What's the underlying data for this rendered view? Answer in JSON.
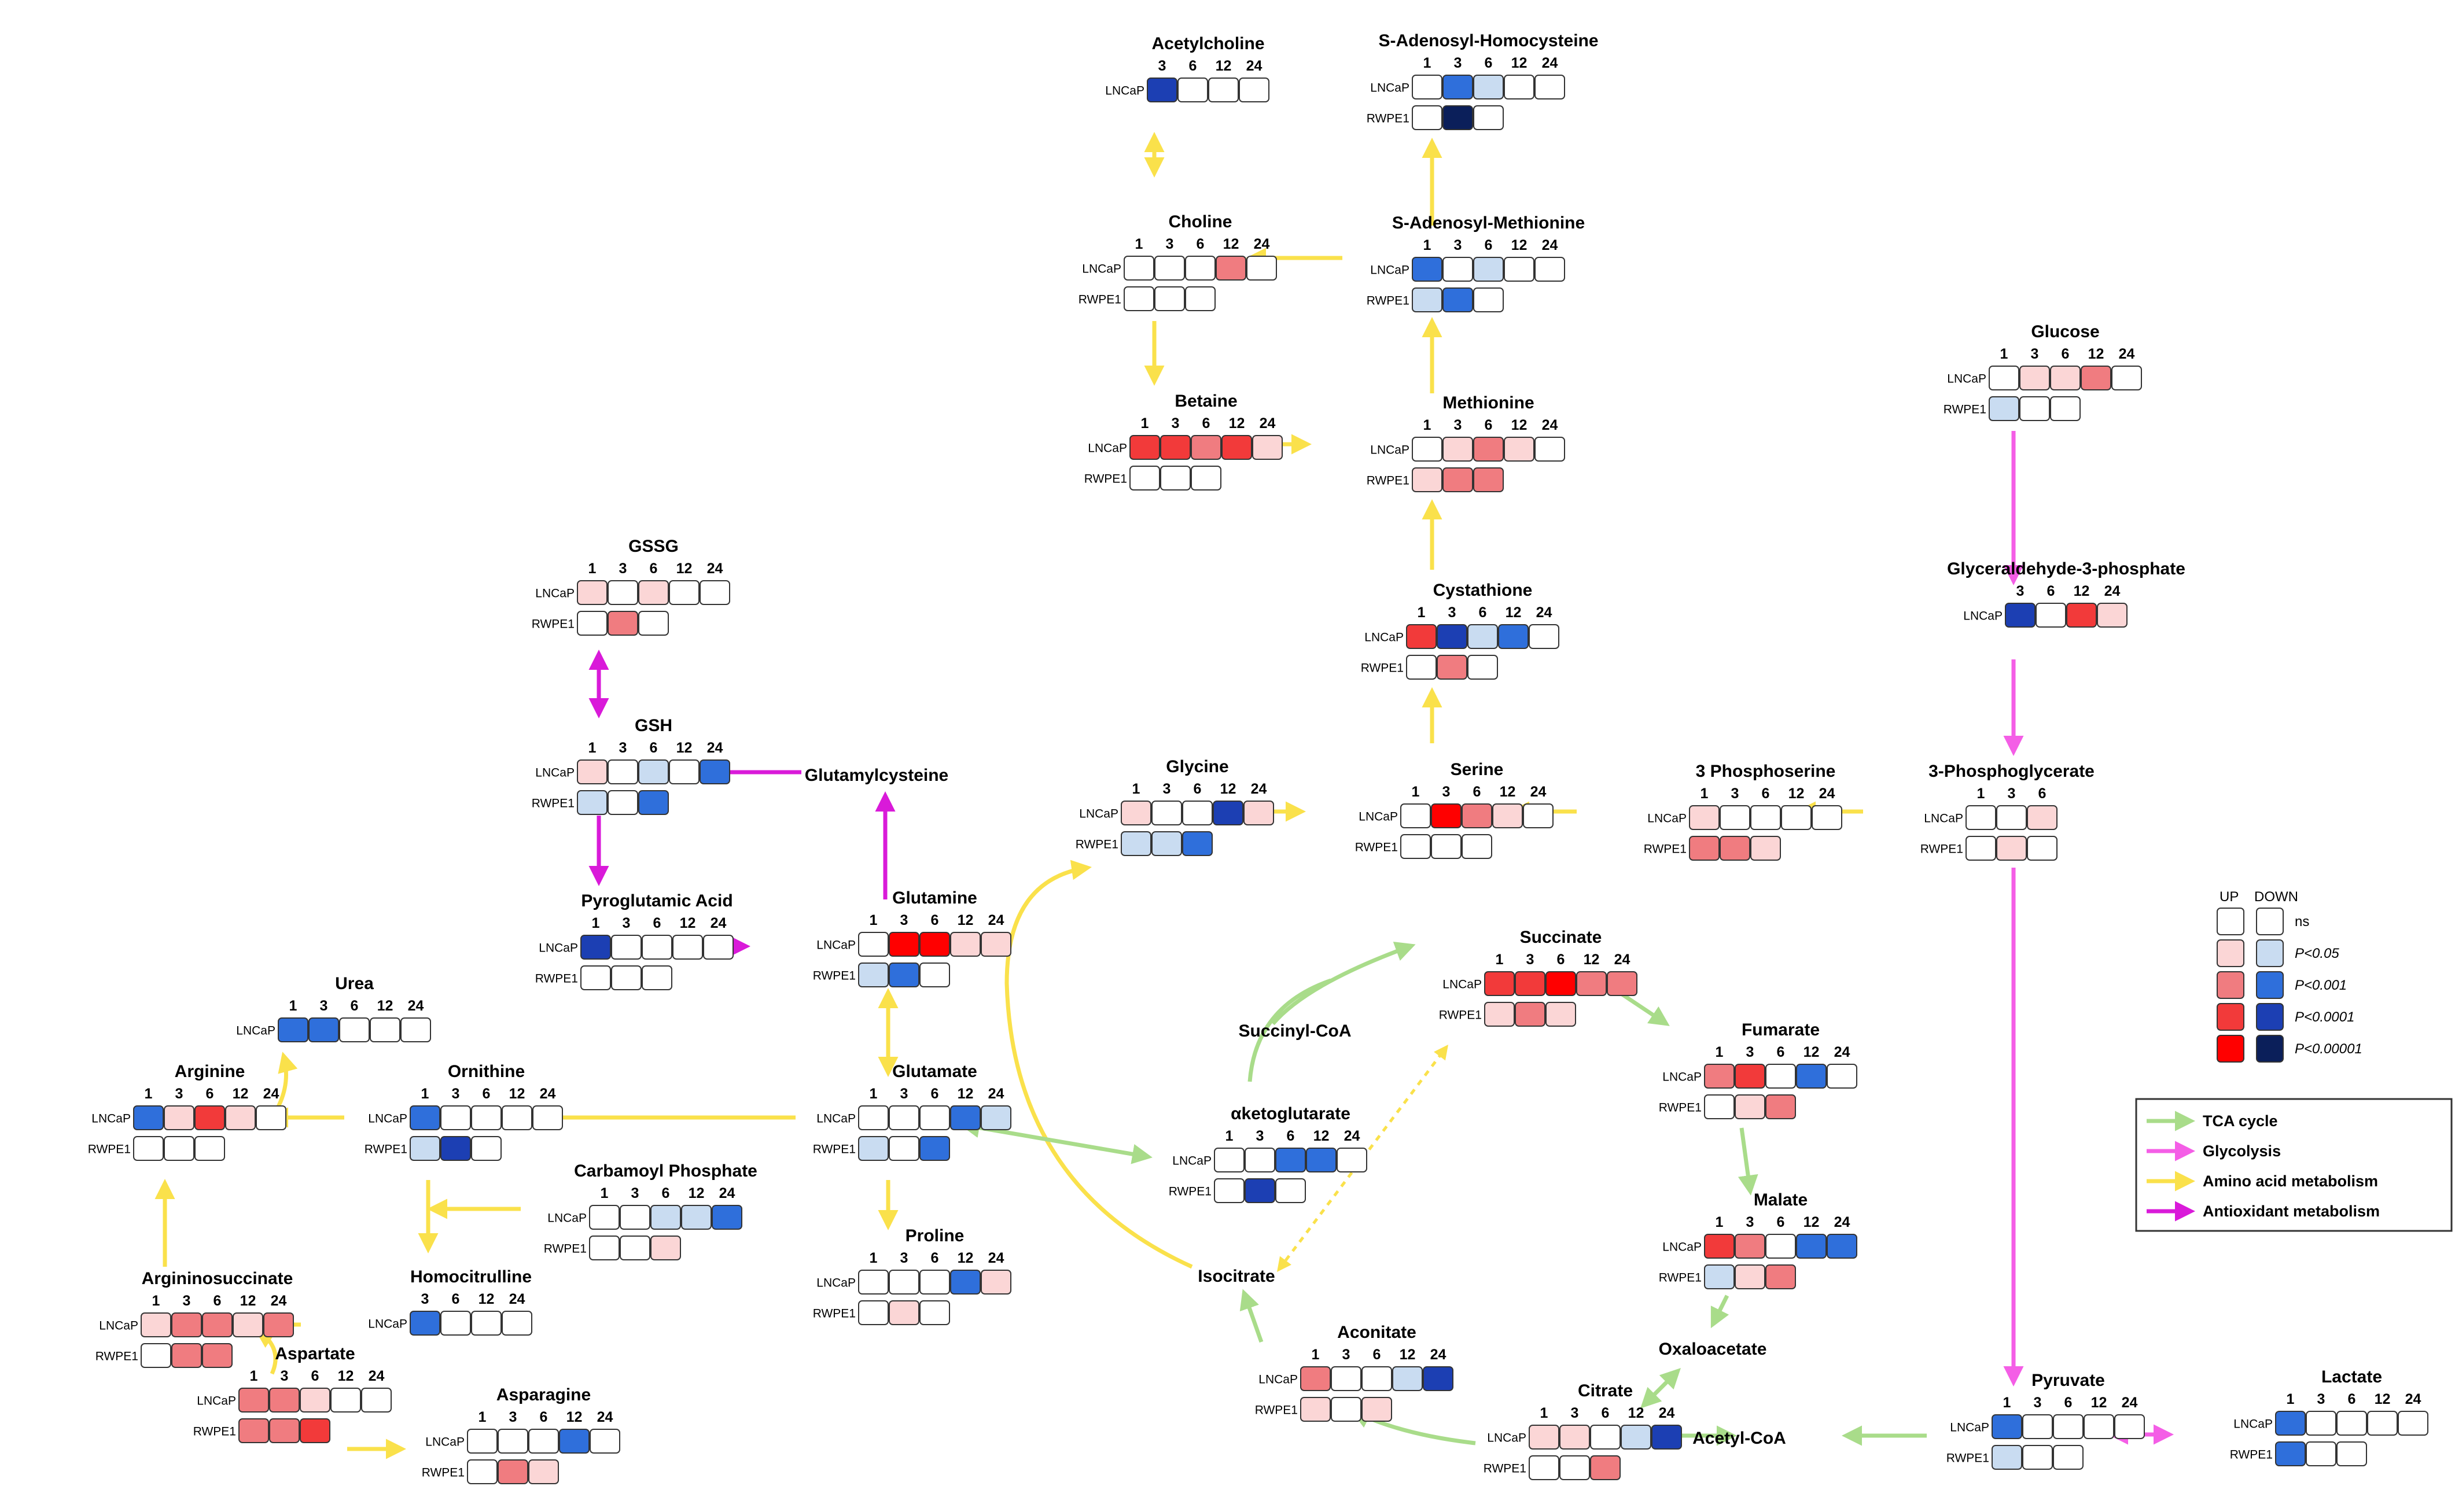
{
  "colors": {
    "ns": "#ffffff",
    "up1": "#fbd6d6",
    "up2": "#f07c80",
    "up3": "#f23a3a",
    "up4": "#ff0000",
    "down1": "#c9dcf1",
    "down2": "#2f6fdb",
    "down3": "#1c3fb3",
    "down4": "#0b1f5a",
    "tca": "#a9dc8a",
    "glyc": "#f45ee6",
    "amino": "#fae14b",
    "antiox": "#d91ad9"
  },
  "legend": {
    "up_label": "UP",
    "down_label": "DOWN",
    "levels": [
      "ns",
      "P<0.05",
      "P<0.001",
      "P<0.0001",
      "P<0.00001"
    ],
    "pathways": [
      {
        "label": "TCA cycle",
        "color": "tca"
      },
      {
        "label": "Glycolysis",
        "color": "glyc"
      },
      {
        "label": "Amino acid metabolism",
        "color": "amino"
      },
      {
        "label": "Antioxidant metabolism",
        "color": "antiox"
      }
    ]
  },
  "metabolites": [
    {
      "id": "acetylcholine",
      "name": "Acetylcholine",
      "times": [
        "3",
        "6",
        "12",
        "24"
      ],
      "rows": [
        {
          "label": "LNCaP",
          "cells": [
            "down3",
            "ns",
            "ns",
            "ns"
          ]
        }
      ]
    },
    {
      "id": "sah",
      "name": "S-Adenosyl-Homocysteine",
      "times": [
        "1",
        "3",
        "6",
        "12",
        "24"
      ],
      "rows": [
        {
          "label": "LNCaP",
          "cells": [
            "ns",
            "down2",
            "down1",
            "ns",
            "ns"
          ]
        },
        {
          "label": "RWPE1",
          "cells": [
            "ns",
            "down4",
            "ns"
          ]
        }
      ]
    },
    {
      "id": "choline",
      "name": "Choline",
      "times": [
        "1",
        "3",
        "6",
        "12",
        "24"
      ],
      "rows": [
        {
          "label": "LNCaP",
          "cells": [
            "ns",
            "ns",
            "ns",
            "up2",
            "ns"
          ]
        },
        {
          "label": "RWPE1",
          "cells": [
            "ns",
            "ns",
            "ns"
          ]
        }
      ]
    },
    {
      "id": "sam",
      "name": "S-Adenosyl-Methionine",
      "times": [
        "1",
        "3",
        "6",
        "12",
        "24"
      ],
      "rows": [
        {
          "label": "LNCaP",
          "cells": [
            "down2",
            "ns",
            "down1",
            "ns",
            "ns"
          ]
        },
        {
          "label": "RWPE1",
          "cells": [
            "down1",
            "down2",
            "ns"
          ]
        }
      ]
    },
    {
      "id": "betaine",
      "name": "Betaine",
      "times": [
        "1",
        "3",
        "6",
        "12",
        "24"
      ],
      "rows": [
        {
          "label": "LNCaP",
          "cells": [
            "up3",
            "up3",
            "up2",
            "up3",
            "up1"
          ]
        },
        {
          "label": "RWPE1",
          "cells": [
            "ns",
            "ns",
            "ns"
          ]
        }
      ]
    },
    {
      "id": "methionine",
      "name": "Methionine",
      "times": [
        "1",
        "3",
        "6",
        "12",
        "24"
      ],
      "rows": [
        {
          "label": "LNCaP",
          "cells": [
            "ns",
            "up1",
            "up2",
            "up1",
            "ns"
          ]
        },
        {
          "label": "RWPE1",
          "cells": [
            "up1",
            "up2",
            "up2"
          ]
        }
      ]
    },
    {
      "id": "glucose",
      "name": "Glucose",
      "times": [
        "1",
        "3",
        "6",
        "12",
        "24"
      ],
      "rows": [
        {
          "label": "LNCaP",
          "cells": [
            "ns",
            "up1",
            "up1",
            "up2",
            "ns"
          ]
        },
        {
          "label": "RWPE1",
          "cells": [
            "down1",
            "ns",
            "ns"
          ]
        }
      ]
    },
    {
      "id": "g3p",
      "name": "Glyceraldehyde-3-phosphate",
      "times": [
        "3",
        "6",
        "12",
        "24"
      ],
      "rows": [
        {
          "label": "LNCaP",
          "cells": [
            "down3",
            "ns",
            "up3",
            "up1"
          ]
        }
      ]
    },
    {
      "id": "gssg",
      "name": "GSSG",
      "times": [
        "1",
        "3",
        "6",
        "12",
        "24"
      ],
      "rows": [
        {
          "label": "LNCaP",
          "cells": [
            "up1",
            "ns",
            "up1",
            "ns",
            "ns"
          ]
        },
        {
          "label": "RWPE1",
          "cells": [
            "ns",
            "up2",
            "ns"
          ]
        }
      ]
    },
    {
      "id": "cystathione",
      "name": "Cystathione",
      "times": [
        "1",
        "3",
        "6",
        "12",
        "24"
      ],
      "rows": [
        {
          "label": "LNCaP",
          "cells": [
            "up3",
            "down3",
            "down1",
            "down2",
            "ns"
          ]
        },
        {
          "label": "RWPE1",
          "cells": [
            "ns",
            "up2",
            "ns"
          ]
        }
      ]
    },
    {
      "id": "gsh",
      "name": "GSH",
      "times": [
        "1",
        "3",
        "6",
        "12",
        "24"
      ],
      "rows": [
        {
          "label": "LNCaP",
          "cells": [
            "up1",
            "ns",
            "down1",
            "ns",
            "down2"
          ]
        },
        {
          "label": "RWPE1",
          "cells": [
            "down1",
            "ns",
            "down2"
          ]
        }
      ]
    },
    {
      "id": "glycine",
      "name": "Glycine",
      "times": [
        "1",
        "3",
        "6",
        "12",
        "24"
      ],
      "rows": [
        {
          "label": "LNCaP",
          "cells": [
            "up1",
            "ns",
            "ns",
            "down3",
            "up1"
          ]
        },
        {
          "label": "RWPE1",
          "cells": [
            "down1",
            "down1",
            "down2"
          ]
        }
      ]
    },
    {
      "id": "serine",
      "name": "Serine",
      "times": [
        "1",
        "3",
        "6",
        "12",
        "24"
      ],
      "rows": [
        {
          "label": "LNCaP",
          "cells": [
            "ns",
            "up4",
            "up2",
            "up1",
            "ns"
          ]
        },
        {
          "label": "RWPE1",
          "cells": [
            "ns",
            "ns",
            "ns"
          ]
        }
      ]
    },
    {
      "id": "phosphoserine",
      "name": "3 Phosphoserine",
      "times": [
        "1",
        "3",
        "6",
        "12",
        "24"
      ],
      "rows": [
        {
          "label": "LNCaP",
          "cells": [
            "up1",
            "ns",
            "ns",
            "ns",
            "ns"
          ]
        },
        {
          "label": "RWPE1",
          "cells": [
            "up2",
            "up2",
            "up1"
          ]
        }
      ]
    },
    {
      "id": "pg3",
      "name": "3-Phosphoglycerate",
      "times": [
        "1",
        "3",
        "6"
      ],
      "rows": [
        {
          "label": "LNCaP",
          "cells": [
            "ns",
            "ns",
            "up1"
          ]
        },
        {
          "label": "RWPE1",
          "cells": [
            "ns",
            "up1",
            "ns"
          ]
        }
      ]
    },
    {
      "id": "pyroglutamic",
      "name": "Pyroglutamic Acid",
      "times": [
        "1",
        "3",
        "6",
        "12",
        "24"
      ],
      "rows": [
        {
          "label": "LNCaP",
          "cells": [
            "down3",
            "ns",
            "ns",
            "ns",
            "ns"
          ]
        },
        {
          "label": "RWPE1",
          "cells": [
            "ns",
            "ns",
            "ns"
          ]
        }
      ]
    },
    {
      "id": "glutamine",
      "name": "Glutamine",
      "times": [
        "1",
        "3",
        "6",
        "12",
        "24"
      ],
      "rows": [
        {
          "label": "LNCaP",
          "cells": [
            "ns",
            "up4",
            "up4",
            "up1",
            "up1"
          ]
        },
        {
          "label": "RWPE1",
          "cells": [
            "down1",
            "down2",
            "ns"
          ]
        }
      ]
    },
    {
      "id": "succinate",
      "name": "Succinate",
      "times": [
        "1",
        "3",
        "6",
        "12",
        "24"
      ],
      "rows": [
        {
          "label": "LNCaP",
          "cells": [
            "up3",
            "up3",
            "up4",
            "up2",
            "up2"
          ]
        },
        {
          "label": "RWPE1",
          "cells": [
            "up1",
            "up2",
            "up1"
          ]
        }
      ]
    },
    {
      "id": "urea",
      "name": "Urea",
      "times": [
        "1",
        "3",
        "6",
        "12",
        "24"
      ],
      "rows": [
        {
          "label": "LNCaP",
          "cells": [
            "down2",
            "down2",
            "ns",
            "ns",
            "ns"
          ]
        }
      ]
    },
    {
      "id": "fumarate",
      "name": "Fumarate",
      "times": [
        "1",
        "3",
        "6",
        "12",
        "24"
      ],
      "rows": [
        {
          "label": "LNCaP",
          "cells": [
            "up2",
            "up3",
            "ns",
            "down2",
            "ns"
          ]
        },
        {
          "label": "RWPE1",
          "cells": [
            "ns",
            "up1",
            "up2"
          ]
        }
      ]
    },
    {
      "id": "arginine",
      "name": "Arginine",
      "times": [
        "1",
        "3",
        "6",
        "12",
        "24"
      ],
      "rows": [
        {
          "label": "LNCaP",
          "cells": [
            "down2",
            "up1",
            "up3",
            "up1",
            "ns"
          ]
        },
        {
          "label": "RWPE1",
          "cells": [
            "ns",
            "ns",
            "ns"
          ]
        }
      ]
    },
    {
      "id": "ornithine",
      "name": "Ornithine",
      "times": [
        "1",
        "3",
        "6",
        "12",
        "24"
      ],
      "rows": [
        {
          "label": "LNCaP",
          "cells": [
            "down2",
            "ns",
            "ns",
            "ns",
            "ns"
          ]
        },
        {
          "label": "RWPE1",
          "cells": [
            "down1",
            "down3",
            "ns"
          ]
        }
      ]
    },
    {
      "id": "glutamate",
      "name": "Glutamate",
      "times": [
        "1",
        "3",
        "6",
        "12",
        "24"
      ],
      "rows": [
        {
          "label": "LNCaP",
          "cells": [
            "ns",
            "ns",
            "ns",
            "down2",
            "down1"
          ]
        },
        {
          "label": "RWPE1",
          "cells": [
            "down1",
            "ns",
            "down2"
          ]
        }
      ]
    },
    {
      "id": "akg",
      "name": "αketoglutarate",
      "times": [
        "1",
        "3",
        "6",
        "12",
        "24"
      ],
      "rows": [
        {
          "label": "LNCaP",
          "cells": [
            "ns",
            "ns",
            "down2",
            "down2",
            "ns"
          ]
        },
        {
          "label": "RWPE1",
          "cells": [
            "ns",
            "down3",
            "ns"
          ]
        }
      ]
    },
    {
      "id": "malate",
      "name": "Malate",
      "times": [
        "1",
        "3",
        "6",
        "12",
        "24"
      ],
      "rows": [
        {
          "label": "LNCaP",
          "cells": [
            "up3",
            "up2",
            "ns",
            "down2",
            "down2"
          ]
        },
        {
          "label": "RWPE1",
          "cells": [
            "down1",
            "up1",
            "up2"
          ]
        }
      ]
    },
    {
      "id": "carbamoyl",
      "name": "Carbamoyl Phosphate",
      "times": [
        "1",
        "3",
        "6",
        "12",
        "24"
      ],
      "rows": [
        {
          "label": "LNCaP",
          "cells": [
            "ns",
            "ns",
            "down1",
            "down1",
            "down2"
          ]
        },
        {
          "label": "RWPE1",
          "cells": [
            "ns",
            "ns",
            "up1"
          ]
        }
      ]
    },
    {
      "id": "proline",
      "name": "Proline",
      "times": [
        "1",
        "3",
        "6",
        "12",
        "24"
      ],
      "rows": [
        {
          "label": "LNCaP",
          "cells": [
            "ns",
            "ns",
            "ns",
            "down2",
            "up1"
          ]
        },
        {
          "label": "RWPE1",
          "cells": [
            "ns",
            "up1",
            "ns"
          ]
        }
      ]
    },
    {
      "id": "argsucc",
      "name": "Argininosuccinate",
      "times": [
        "1",
        "3",
        "6",
        "12",
        "24"
      ],
      "rows": [
        {
          "label": "LNCaP",
          "cells": [
            "up1",
            "up2",
            "up2",
            "up1",
            "up2"
          ]
        },
        {
          "label": "RWPE1",
          "cells": [
            "ns",
            "up2",
            "up2"
          ]
        }
      ]
    },
    {
      "id": "homocitrulline",
      "name": "Homocitrulline",
      "times": [
        "3",
        "6",
        "12",
        "24"
      ],
      "rows": [
        {
          "label": "LNCaP",
          "cells": [
            "down2",
            "ns",
            "ns",
            "ns"
          ]
        }
      ]
    },
    {
      "id": "aconitate",
      "name": "Aconitate",
      "times": [
        "1",
        "3",
        "6",
        "12",
        "24"
      ],
      "rows": [
        {
          "label": "LNCaP",
          "cells": [
            "up2",
            "ns",
            "ns",
            "down1",
            "down3"
          ]
        },
        {
          "label": "RWPE1",
          "cells": [
            "up1",
            "ns",
            "up1"
          ]
        }
      ]
    },
    {
      "id": "aspartate",
      "name": "Aspartate",
      "times": [
        "1",
        "3",
        "6",
        "12",
        "24"
      ],
      "rows": [
        {
          "label": "LNCaP",
          "cells": [
            "up2",
            "up2",
            "up1",
            "ns",
            "ns"
          ]
        },
        {
          "label": "RWPE1",
          "cells": [
            "up2",
            "up2",
            "up3"
          ]
        }
      ]
    },
    {
      "id": "asparagine",
      "name": "Asparagine",
      "times": [
        "1",
        "3",
        "6",
        "12",
        "24"
      ],
      "rows": [
        {
          "label": "LNCaP",
          "cells": [
            "ns",
            "ns",
            "ns",
            "down2",
            "ns"
          ]
        },
        {
          "label": "RWPE1",
          "cells": [
            "ns",
            "up2",
            "up1"
          ]
        }
      ]
    },
    {
      "id": "citrate",
      "name": "Citrate",
      "times": [
        "1",
        "3",
        "6",
        "12",
        "24"
      ],
      "rows": [
        {
          "label": "LNCaP",
          "cells": [
            "up1",
            "up1",
            "ns",
            "down1",
            "down3"
          ]
        },
        {
          "label": "RWPE1",
          "cells": [
            "ns",
            "ns",
            "up2"
          ]
        }
      ]
    },
    {
      "id": "pyruvate",
      "name": "Pyruvate",
      "times": [
        "1",
        "3",
        "6",
        "12",
        "24"
      ],
      "rows": [
        {
          "label": "LNCaP",
          "cells": [
            "down2",
            "ns",
            "ns",
            "ns",
            "ns"
          ]
        },
        {
          "label": "RWPE1",
          "cells": [
            "down1",
            "ns",
            "ns"
          ]
        }
      ]
    },
    {
      "id": "lactate",
      "name": "Lactate",
      "times": [
        "1",
        "3",
        "6",
        "12",
        "24"
      ],
      "rows": [
        {
          "label": "LNCaP",
          "cells": [
            "down2",
            "ns",
            "ns",
            "ns",
            "ns"
          ]
        },
        {
          "label": "RWPE1",
          "cells": [
            "down2",
            "ns",
            "ns"
          ]
        }
      ]
    }
  ],
  "labels": [
    {
      "id": "glutamylcysteine",
      "text": "Glutamylcysteine"
    },
    {
      "id": "succinylcoa",
      "text": "Succinyl-CoA"
    },
    {
      "id": "isocitrate",
      "text": "Isocitrate"
    },
    {
      "id": "oxaloacetate",
      "text": "Oxaloacetate"
    },
    {
      "id": "acetylcoa",
      "text": "Acetyl-CoA"
    }
  ]
}
